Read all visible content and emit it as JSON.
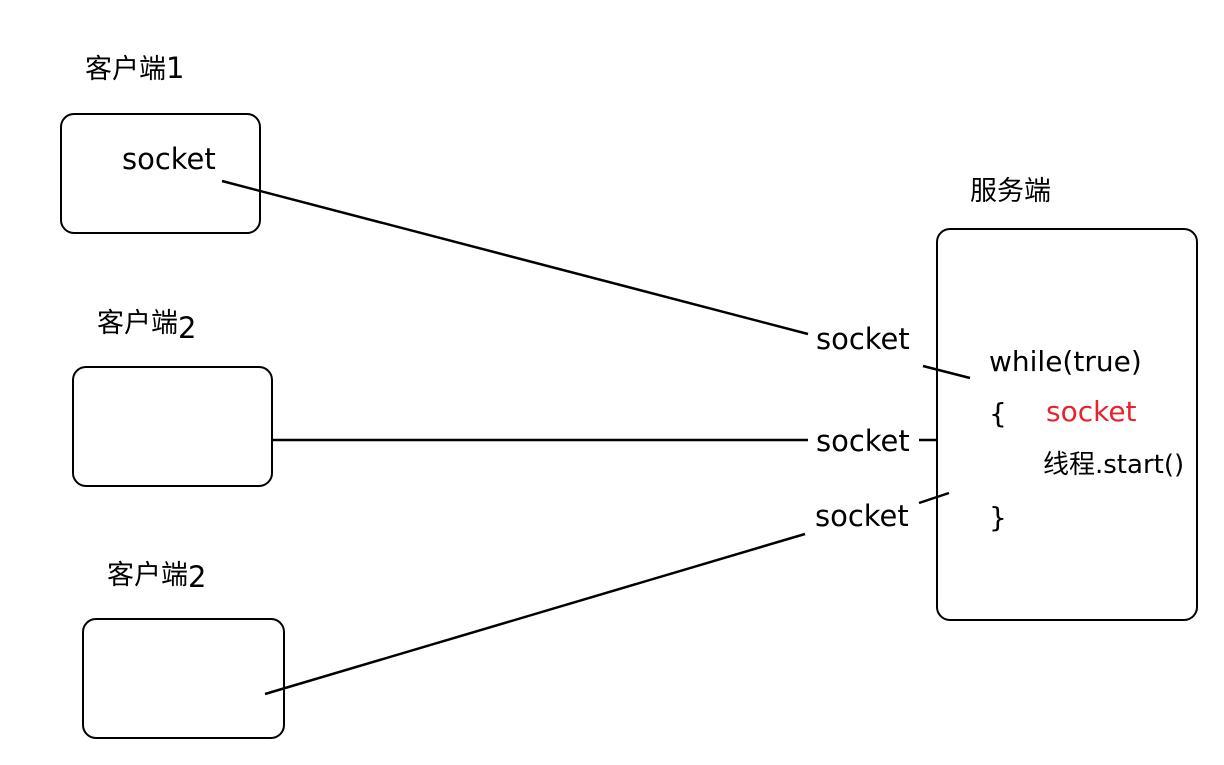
{
  "clients": [
    {
      "title": "客户端",
      "number": "1",
      "socket_label": "socket"
    },
    {
      "title": "客户端",
      "number": "2",
      "socket_label": ""
    },
    {
      "title": "客户端",
      "number": "2",
      "socket_label": ""
    }
  ],
  "server": {
    "title": "服务端",
    "code": {
      "loop": "while(true)",
      "open_brace": "{",
      "socket": "socket",
      "thread_start": "线程.start()",
      "close_brace": "}"
    }
  },
  "connection_sockets": [
    "socket",
    "socket",
    "socket"
  ],
  "colors": {
    "line": "#000000",
    "highlight": "#e8232c"
  }
}
